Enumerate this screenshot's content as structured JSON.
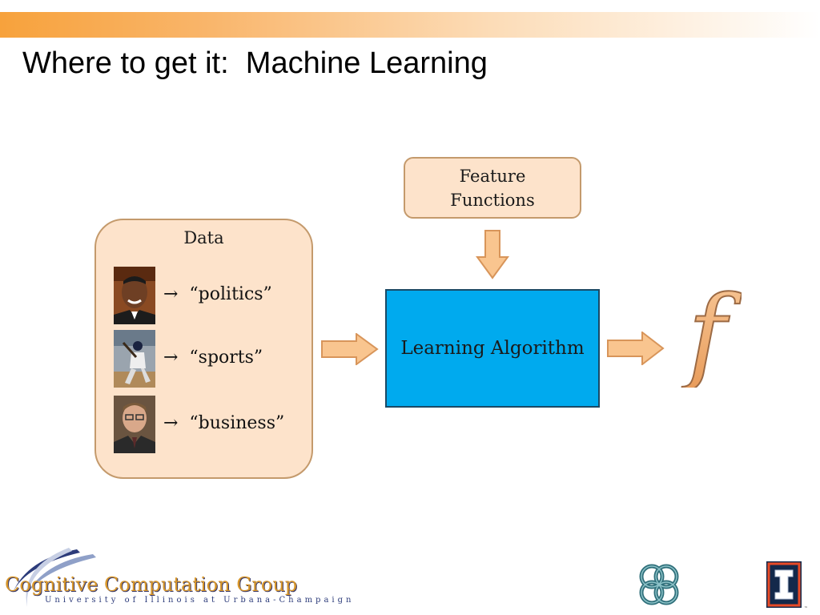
{
  "slide": {
    "title": "Where to get it:  Machine Learning"
  },
  "diagram": {
    "feature_box": {
      "line1": "Feature",
      "line2": "Functions"
    },
    "data_box": {
      "title": "Data",
      "items": [
        {
          "photo": "portrait-photo",
          "label": "→  “politics”"
        },
        {
          "photo": "baseball-player-photo",
          "label": "→  “sports”"
        },
        {
          "photo": "portrait-photo",
          "label": "→  “business”"
        }
      ]
    },
    "algorithm_box": {
      "label": "Learning Algorithm"
    },
    "output_symbol": "f"
  },
  "footer": {
    "group_name": "Cognitive Computation Group",
    "university": "University of Illinois at Urbana-Champaign",
    "tm": "™"
  },
  "colors": {
    "box_fill": "#fde3cb",
    "box_border": "#c49a6c",
    "algorithm_fill": "#00aaee",
    "arrow_fill": "#f9c58f",
    "arrow_stroke": "#d8955a",
    "banner_orange": "#f7a23c"
  }
}
